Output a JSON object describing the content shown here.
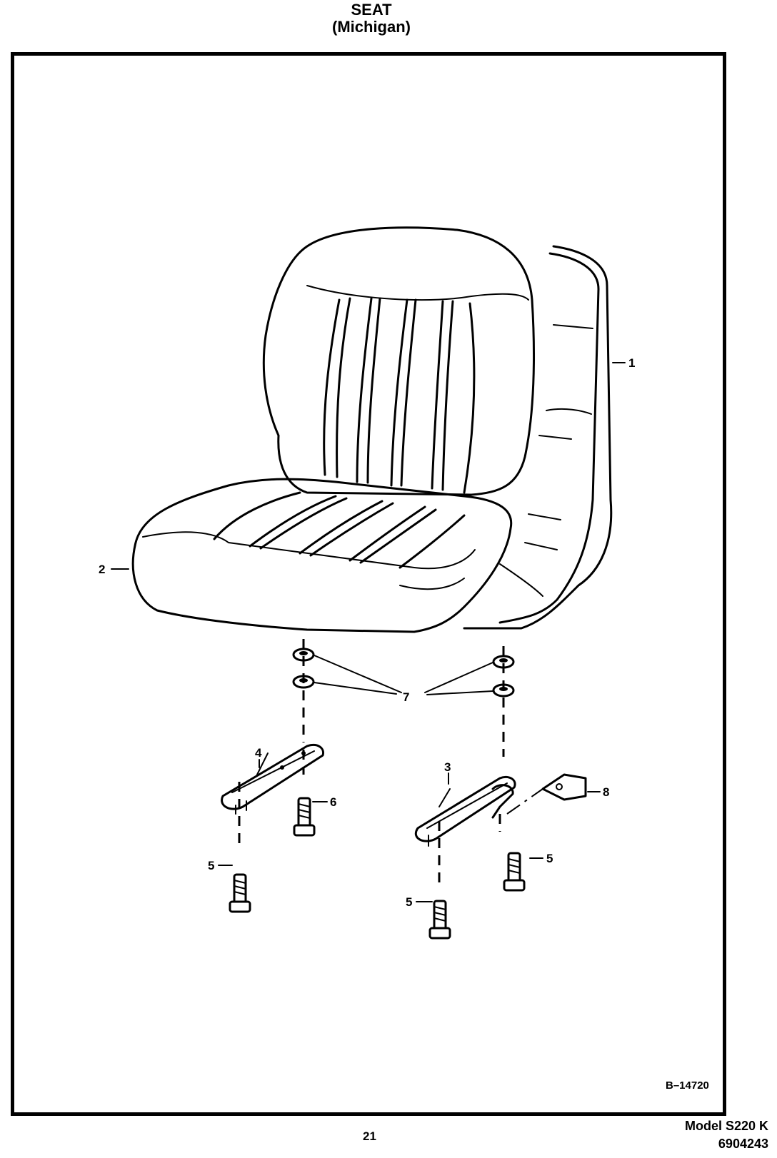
{
  "header": {
    "title": "SEAT",
    "subtitle": "(Michigan)"
  },
  "diagram": {
    "figure_id": "B–14720",
    "callouts": [
      {
        "id": "c1",
        "label": "1"
      },
      {
        "id": "c2",
        "label": "2"
      },
      {
        "id": "c3",
        "label": "3"
      },
      {
        "id": "c4",
        "label": "4"
      },
      {
        "id": "c5a",
        "label": "5"
      },
      {
        "id": "c5b",
        "label": "5"
      },
      {
        "id": "c5c",
        "label": "5"
      },
      {
        "id": "c6",
        "label": "6"
      },
      {
        "id": "c7",
        "label": "7"
      },
      {
        "id": "c8",
        "label": "8"
      }
    ]
  },
  "footer": {
    "page_number": "21",
    "model": "Model S220 K",
    "part_number": "6904243"
  }
}
